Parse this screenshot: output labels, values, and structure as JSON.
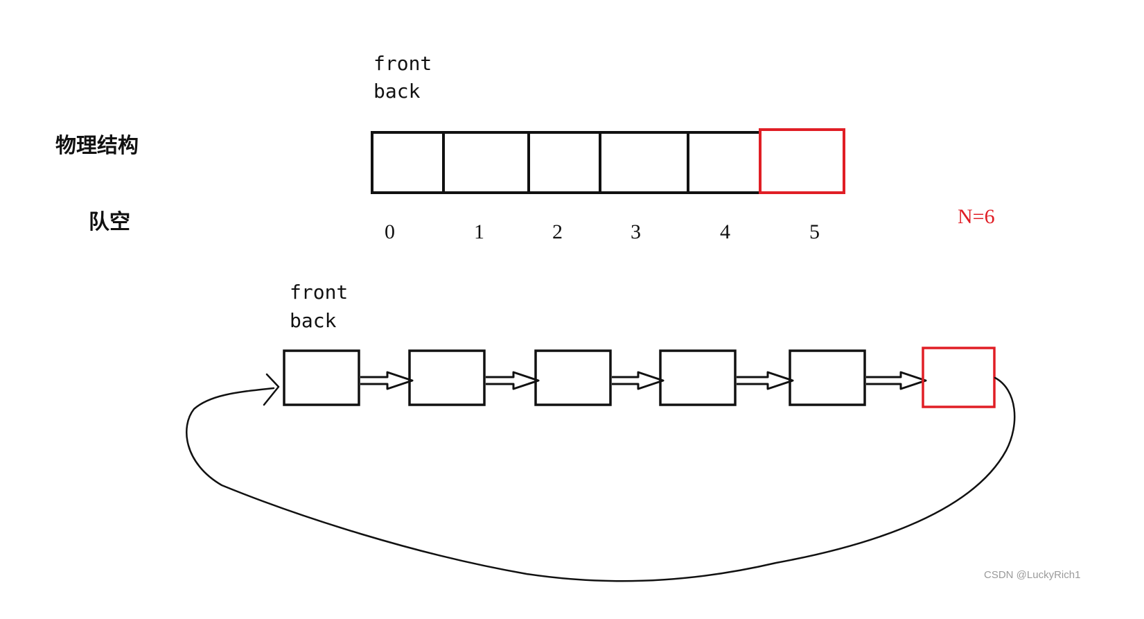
{
  "labels": {
    "physical_structure": "物理结构",
    "queue_empty": "队空",
    "capacity": "N=6",
    "watermark": "CSDN @LuckyRich1"
  },
  "array_view": {
    "pointer_labels": [
      "front",
      "back"
    ],
    "indices": [
      "0",
      "1",
      "2",
      "3",
      "4",
      "5"
    ],
    "reserved_index": 5
  },
  "linked_view": {
    "pointer_labels": [
      "front",
      "back"
    ],
    "node_count": 6,
    "reserved_index": 5,
    "wraps_to_first": true
  },
  "colors": {
    "stroke": "#111111",
    "reserved": "#e01e25",
    "watermark": "#9a9a9a"
  }
}
